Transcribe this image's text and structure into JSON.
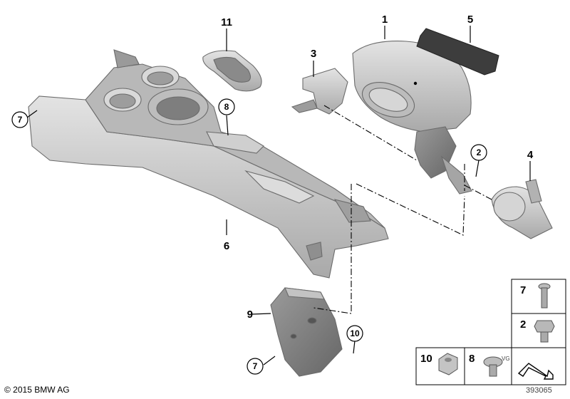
{
  "callouts": {
    "c1": "1",
    "c2": "2",
    "c3": "3",
    "c4": "4",
    "c5": "5",
    "c6": "6",
    "c7": "7",
    "c7b": "7",
    "c8": "8",
    "c9": "9",
    "c10": "10",
    "c11": "11"
  },
  "fastener_table": {
    "b7": "7",
    "b2": "2",
    "b10": "10",
    "b8": "8",
    "b8_mark": "VG"
  },
  "footer": {
    "copyright": "© 2015 BMW AG",
    "diagram_number": "393065"
  },
  "colors": {
    "part_fill": "#c9c9c9",
    "part_dark": "#8f8f8f",
    "line": "#000000"
  }
}
